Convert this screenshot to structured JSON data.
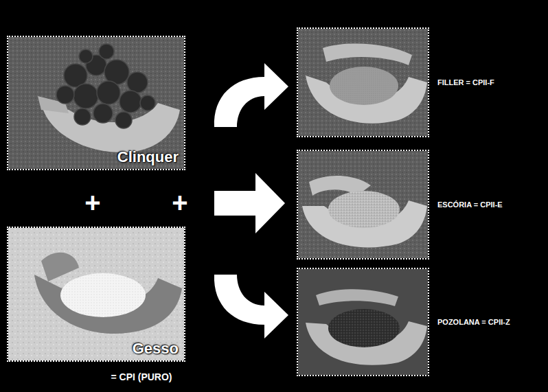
{
  "diagram": {
    "nodes": [
      {
        "text": [
          "Clinquer"
        ]
      },
      {
        "text": [
          "Gesso"
        ]
      },
      {
        "text": [
          "FILLER = CPII-F"
        ]
      },
      {
        "text": [
          "ESCÓRIA = CPII-E"
        ]
      },
      {
        "text": [
          "POZOLANA = CPII-Z"
        ]
      }
    ],
    "labels": [
      "+",
      "+",
      "= CPI (PURO)"
    ]
  }
}
